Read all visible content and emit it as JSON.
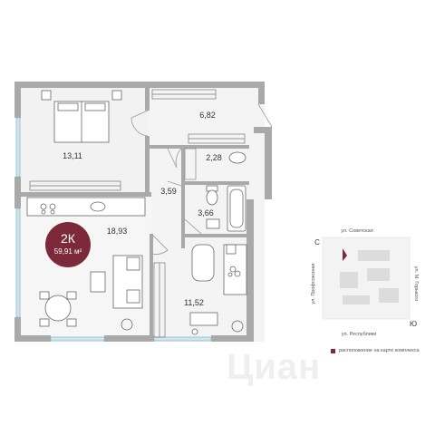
{
  "apartment": {
    "type": "2К",
    "total_area": "59,91 м²"
  },
  "rooms": {
    "bedroom_area": "13,11",
    "kitchen_living_area": "18,93",
    "hall_area": "3,59",
    "bathroom_area": "3,66",
    "wc_area": "2,28",
    "wardrobe_area": "6,82",
    "kids_room_area": "11,52"
  },
  "site_map": {
    "street_top": "ул. Советская",
    "street_bottom": "ул. Республики",
    "street_left": "ул. Профсоюзная",
    "street_right": "ул. М. Горького",
    "compass_north": "С",
    "compass_south": "Ю"
  },
  "legend": {
    "label": "расположение на карте комплекса"
  },
  "watermark": {
    "text": "Циан"
  },
  "colors": {
    "wall": "#a9a9a9",
    "window": "#cfe6ee",
    "accent": "#7c2a3a"
  }
}
